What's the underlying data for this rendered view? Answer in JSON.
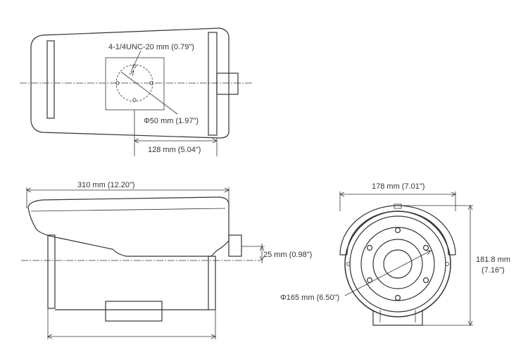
{
  "dimensions": {
    "thread_hole": "4-1/4UNC-20 mm (0.79\")",
    "bolt_circle": "Φ50 mm (1.97\")",
    "mount_width": "128 mm (5.04\")",
    "length": "310 mm (12.20\")",
    "connector_offset": "25 mm (0.98\")",
    "width": "178 mm (7.01\")",
    "height_mm": "181.8 mm",
    "height_in": "(7.16\")",
    "front_diameter": "Φ165 mm (6.50\")"
  },
  "colors": {
    "line": "#333333",
    "background": "#ffffff"
  }
}
